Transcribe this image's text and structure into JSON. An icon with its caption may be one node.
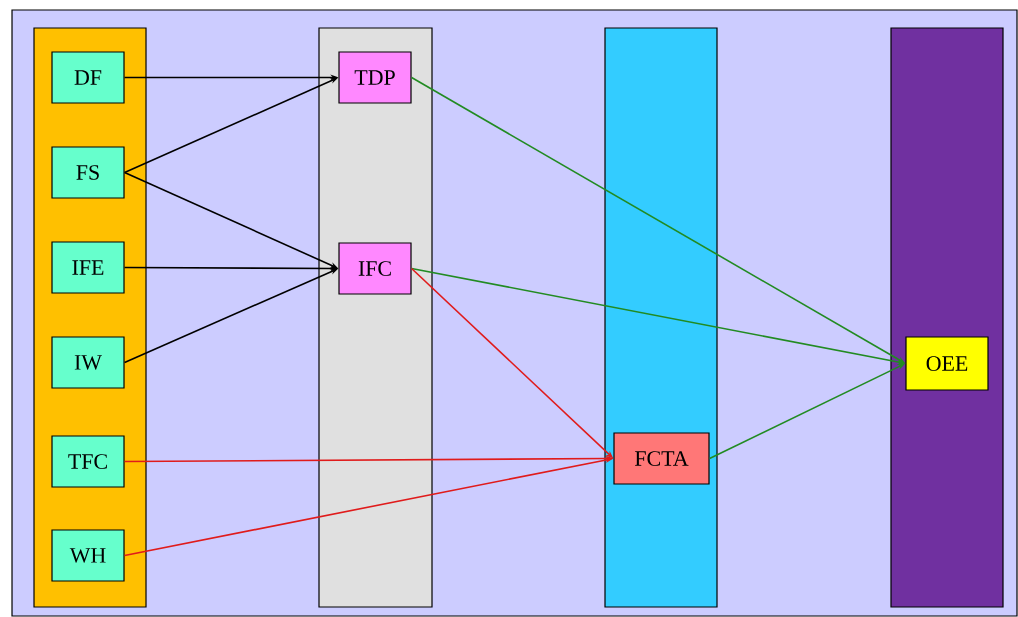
{
  "diagram": {
    "nodes": [
      {
        "text": [],
        "shape": "bar"
      },
      {
        "text": [
          "DF"
        ],
        "in": 0
      },
      {
        "text": [
          "FS"
        ],
        "in": 0
      },
      {
        "text": [
          "IFE"
        ],
        "in": 0
      },
      {
        "text": [
          "IW"
        ],
        "in": 0
      },
      {
        "text": [
          "TFC"
        ],
        "in": 0
      },
      {
        "text": [
          "WH"
        ],
        "in": 0
      },
      {
        "text": [],
        "shape": "bar"
      },
      {
        "text": [
          "TDP"
        ],
        "in": 7
      },
      {
        "text": [
          "IFC"
        ],
        "in": 7
      },
      {
        "text": [],
        "shape": "bar"
      },
      {
        "text": [
          "FCTA"
        ],
        "in": 10
      },
      {
        "text": [],
        "shape": "bar"
      },
      {
        "text": [
          "OEE"
        ],
        "in": 12
      }
    ],
    "edges": [
      {
        "from": 1,
        "to": 8,
        "arrow": "to"
      },
      {
        "from": 2,
        "to": 8,
        "arrow": "to"
      },
      {
        "from": 2,
        "to": 9,
        "arrow": "to"
      },
      {
        "from": 3,
        "to": 9,
        "arrow": "to"
      },
      {
        "from": 4,
        "to": 9,
        "arrow": "to"
      },
      {
        "from": 8,
        "to": 13,
        "arrow": "to",
        "color": "#228b22"
      },
      {
        "from": 9,
        "to": 13,
        "arrow": "to",
        "color": "#228b22"
      },
      {
        "from": 9,
        "to": 11,
        "arrow": "to",
        "color": "#e01b1b"
      },
      {
        "from": 5,
        "to": 11,
        "arrow": "to",
        "color": "#e01b1b"
      },
      {
        "from": 6,
        "to": 11,
        "arrow": "to",
        "color": "#e01b1b"
      },
      {
        "from": 11,
        "to": 13,
        "arrow": "to",
        "color": "#228b22"
      }
    ]
  }
}
